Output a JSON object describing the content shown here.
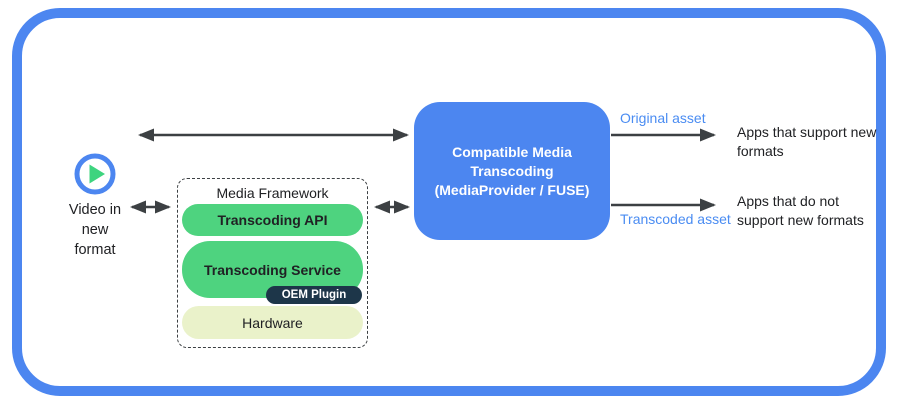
{
  "colors": {
    "frame_and_box_blue": "#4c86f0",
    "asset_label_blue": "#4a8cf2",
    "pill_green": "#4ed37f",
    "oem_badge_navy": "#1d3649",
    "hardware_pill_bg": "#eaf2ca",
    "arrow_gray": "#3c4043",
    "text_dark": "#202124",
    "transcoder_text": "#ffffff"
  },
  "diagram": {
    "source": {
      "icon": "play-icon",
      "label": "Video in new format"
    },
    "framework": {
      "title": "Media Framework",
      "layers": [
        {
          "label": "Transcoding API"
        },
        {
          "label": "Transcoding Service",
          "badge": "OEM Plugin"
        },
        {
          "label": "Hardware"
        }
      ]
    },
    "transcoder": {
      "title": "Compatible Media Transcoding",
      "subtitle": "(MediaProvider / FUSE)"
    },
    "outputs": [
      {
        "asset_label": "Original asset",
        "target": "Apps that support new formats"
      },
      {
        "asset_label": "Transcoded asset",
        "target": "Apps that do not support new formats"
      }
    ]
  }
}
